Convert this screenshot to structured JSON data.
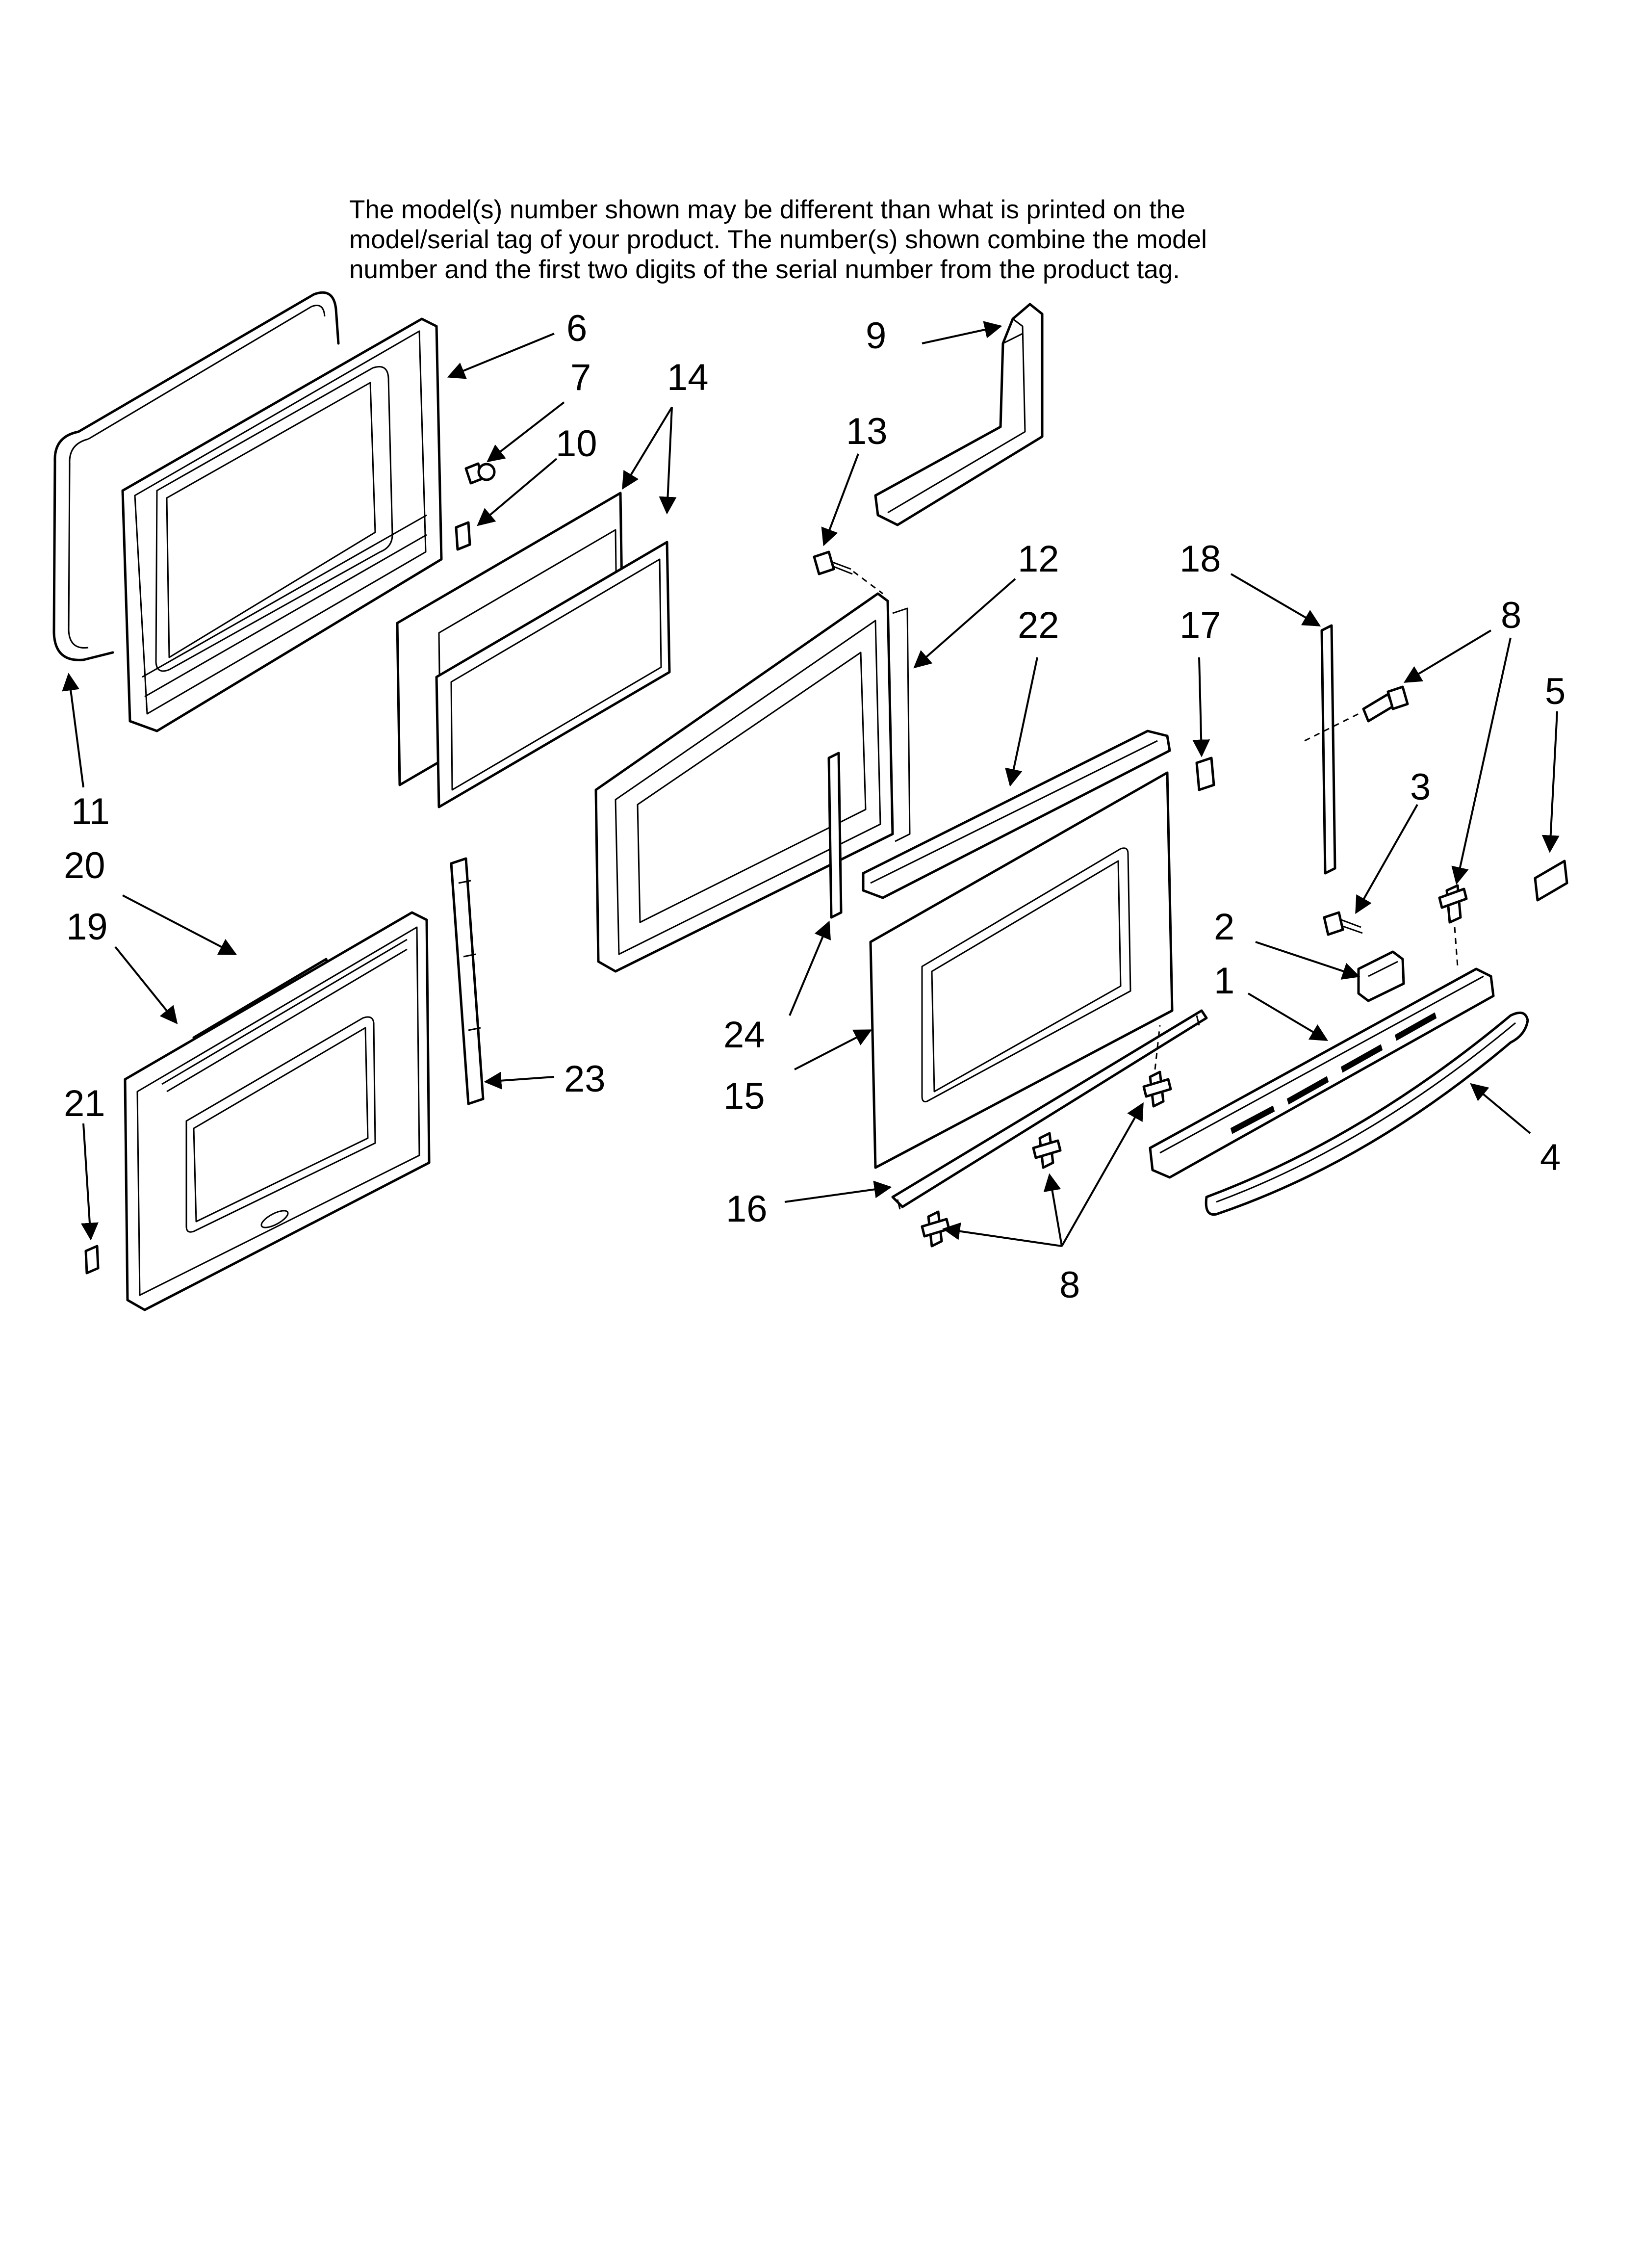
{
  "note": [
    "The model(s) number shown may be different than what is printed on the",
    "model/serial tag of your product. The number(s) shown combine the model",
    "number and the first two digits of the serial number from the product tag."
  ],
  "callouts": {
    "c1": "1",
    "c2": "2",
    "c3": "3",
    "c4": "4",
    "c5": "5",
    "c6": "6",
    "c7": "7",
    "c8a": "8",
    "c8b": "8",
    "c9": "9",
    "c10": "10",
    "c11": "11",
    "c12": "12",
    "c13": "13",
    "c14": "14",
    "c15": "15",
    "c16": "16",
    "c17": "17",
    "c18": "18",
    "c19": "19",
    "c20": "20",
    "c21": "21",
    "c22": "22",
    "c23": "23",
    "c24": "24"
  }
}
